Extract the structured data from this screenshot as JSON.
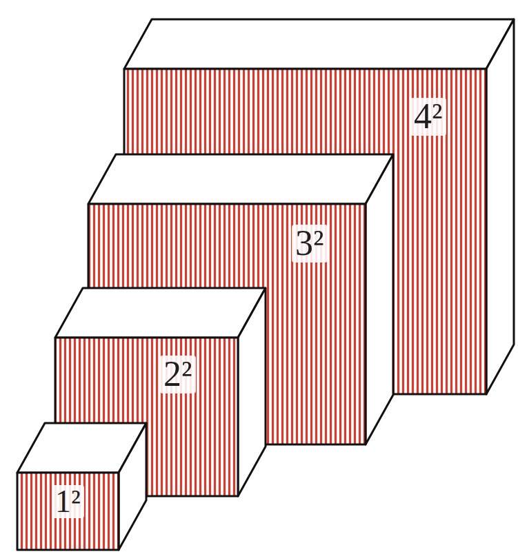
{
  "diagram": {
    "nodes": [
      {
        "text": [
          "4²"
        ]
      },
      {
        "text": [
          "3²"
        ]
      },
      {
        "text": [
          "2²"
        ]
      },
      {
        "text": [
          "1²"
        ]
      }
    ]
  }
}
